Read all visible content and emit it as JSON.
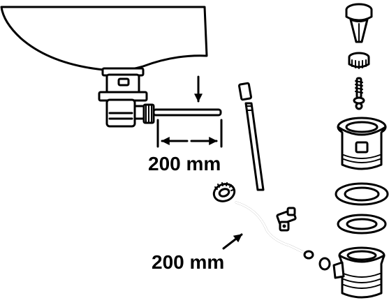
{
  "labels": {
    "upper_measure": "200 mm",
    "lower_measure": "200 mm"
  },
  "colors": {
    "line": "#000000",
    "fill": "#ffffff"
  },
  "parts": [
    "basin",
    "pop-up-waste-body",
    "horizontal-pull-rod",
    "cap-knob",
    "vertical-lift-rod",
    "rod-coupling",
    "knurled-nut",
    "curved-linkage-rod",
    "clamp-connector",
    "plug-head",
    "spider-guide",
    "threaded-screw",
    "flanged-waste-body",
    "sealing-washer-large",
    "sealing-washer-small",
    "lower-waste-body"
  ]
}
